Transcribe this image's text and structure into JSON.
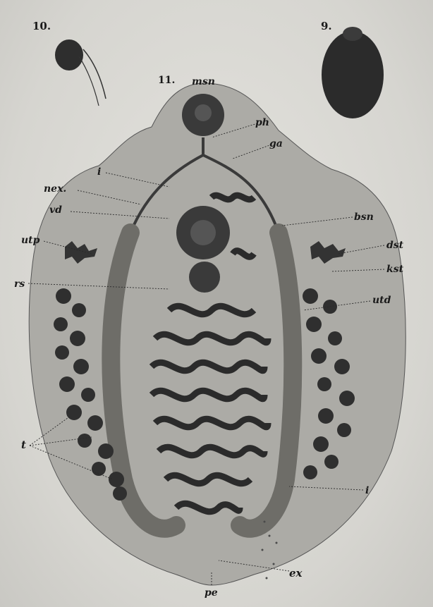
{
  "figure_numbers": {
    "fig9": "9.",
    "fig10": "10.",
    "fig11": "11."
  },
  "labels": {
    "msn": "msn",
    "ph": "ph",
    "ga": "ga",
    "i_top": "i",
    "nex": "nex.",
    "vd": "vd",
    "bsn": "bsn",
    "utp": "utp",
    "dst": "dst",
    "kst": "kst",
    "rs": "rs",
    "utd": "utd",
    "t": "t",
    "i_bottom": "i",
    "ex": "ex",
    "pe": "pe"
  },
  "colors": {
    "paper": "#d9d8d3",
    "body": "#a9a8a3",
    "ink": "#1a1a1a",
    "organ": "#3a3a3a"
  }
}
